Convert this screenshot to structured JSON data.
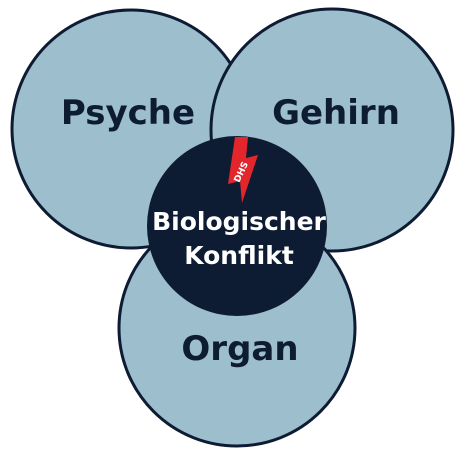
{
  "diagram": {
    "circles": [
      {
        "id": "psyche",
        "label": "Psyche"
      },
      {
        "id": "gehirn",
        "label": "Gehirn"
      },
      {
        "id": "organ",
        "label": "Organ"
      }
    ],
    "center": {
      "line1": "Biologischer",
      "line2": "Konflikt"
    },
    "bolt": {
      "label": "DHS"
    }
  },
  "colors": {
    "circle_fill": "#9dbfcd",
    "outline": "#0d1b33",
    "center_fill": "#0d1b33",
    "center_text": "#ffffff",
    "circle_text": "#0d1b33",
    "bolt": "#e3262b",
    "bolt_text": "#ffffff"
  }
}
